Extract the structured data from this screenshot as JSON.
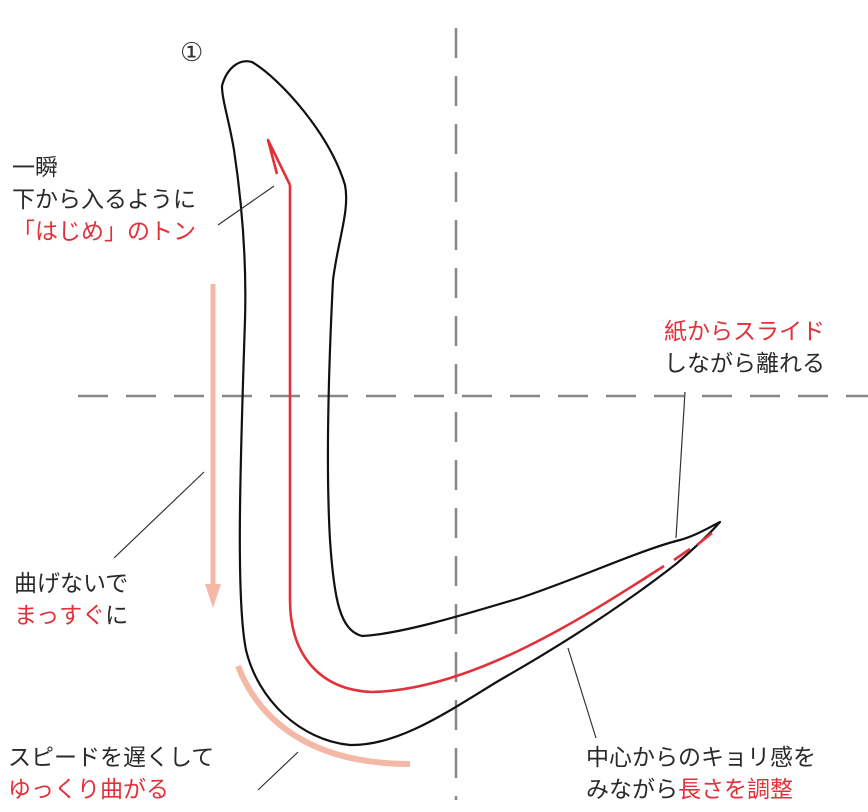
{
  "stroke_number": "①",
  "colors": {
    "accent_red": "#e2313a",
    "guide_pink": "#f4b8a6",
    "ink": "#111111",
    "guide_dash": "#888888"
  },
  "notes": {
    "start": {
      "line1": "一瞬",
      "line2": "下から入るように",
      "line3_red": "「はじめ」のトン"
    },
    "straight": {
      "line1": "曲げないで",
      "line2_red": "まっすぐ",
      "line2_tail": "に"
    },
    "curve": {
      "line1": "スピードを遅くして",
      "line2_red": "ゆっくり曲がる"
    },
    "exit": {
      "line1_red": "紙からスライド",
      "line2": "しながら離れる"
    },
    "length": {
      "line1": "中心からのキョリ感を",
      "line2_head": "みながら",
      "line2_red": "長さを調整"
    }
  }
}
